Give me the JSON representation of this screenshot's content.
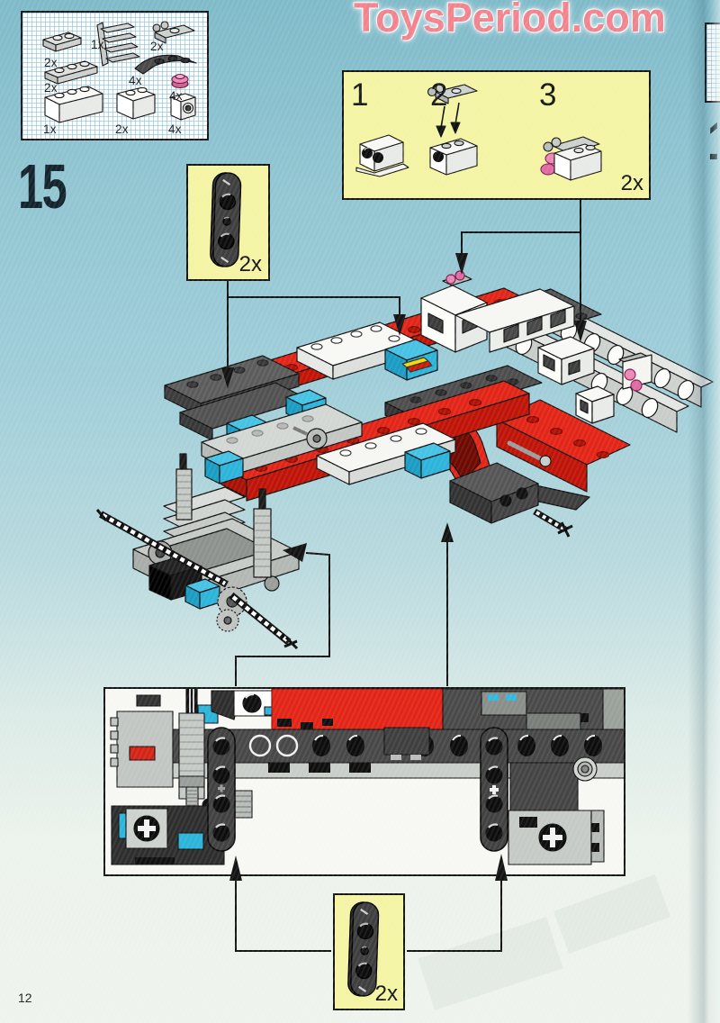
{
  "document": {
    "type": "lego-building-instruction-page",
    "watermark": "ToysPeriod.com",
    "page_number": "12",
    "step_number": "15",
    "next_step_number_partial": "1"
  },
  "parts_box": {
    "items": [
      {
        "part": "plate-1x2-light-gray",
        "count": "2x"
      },
      {
        "part": "ladder-piece-gray",
        "count": "1x"
      },
      {
        "part": "hinge-plate-with-clips-gray",
        "count": "2x"
      },
      {
        "part": "plate-1x3-light-gray",
        "count": "2x"
      },
      {
        "part": "curved-arm-dark-gray",
        "count": "4x"
      },
      {
        "part": "roller-pink",
        "count": "4x"
      },
      {
        "part": "brick-1x4-white",
        "count": "1x"
      },
      {
        "part": "brick-2x2-white",
        "count": "2x"
      },
      {
        "part": "technic-brick-1x1-white",
        "count": "4x"
      }
    ]
  },
  "substep_box": {
    "steps": [
      "1",
      "2",
      "3"
    ],
    "count": "2x"
  },
  "link_box_top": {
    "part": "technic-link-black",
    "count": "2x"
  },
  "link_box_bottom": {
    "part": "technic-link-black",
    "count": "2x"
  },
  "colors": {
    "background_top": "#8fc4d1",
    "background_bottom": "#eef3ed",
    "callout_yellow": "#f4f4a4",
    "brick_red": "#e22517",
    "brick_cyan": "#2cb4da",
    "roller_pink": "#ee86b6",
    "watermark_pink": "#f2838d"
  }
}
